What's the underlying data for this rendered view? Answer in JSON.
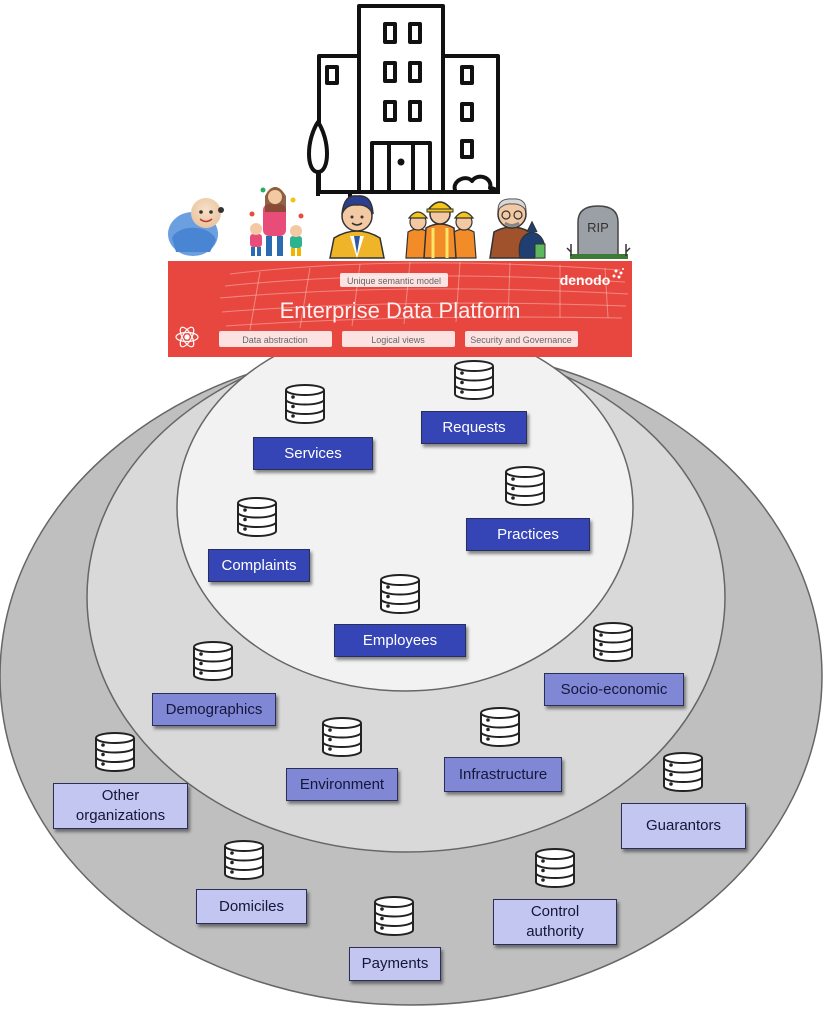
{
  "banner": {
    "title": "Enterprise Data Platform",
    "brand": "denodo",
    "tag_top": "Unique semantic model",
    "tags": [
      "Data abstraction",
      "Logical views",
      "Security and Governance"
    ]
  },
  "tombstone_text": "RIP",
  "colors": {
    "banner_red": "#e8473f",
    "tier_inner_box": "#3545b6",
    "tier_middle_box": "#8088d6",
    "tier_outer_box": "#c2c6f0",
    "ellipse_inner": "#f2f2f2",
    "ellipse_middle": "#d9d9d9",
    "ellipse_outer": "#bfbfbf"
  },
  "life_stages_icons": [
    "baby-icon",
    "family-icon",
    "student-icon",
    "workers-icon",
    "retiree-icon",
    "tombstone-icon"
  ],
  "tiers": {
    "inner": [
      "Services",
      "Requests",
      "Complaints",
      "Practices",
      "Employees"
    ],
    "middle": [
      "Demographics",
      "Socio-economic",
      "Environment",
      "Infrastructure"
    ],
    "outer": [
      "Other organizations",
      "Guarantors",
      "Domiciles",
      "Payments",
      "Control authority"
    ]
  }
}
